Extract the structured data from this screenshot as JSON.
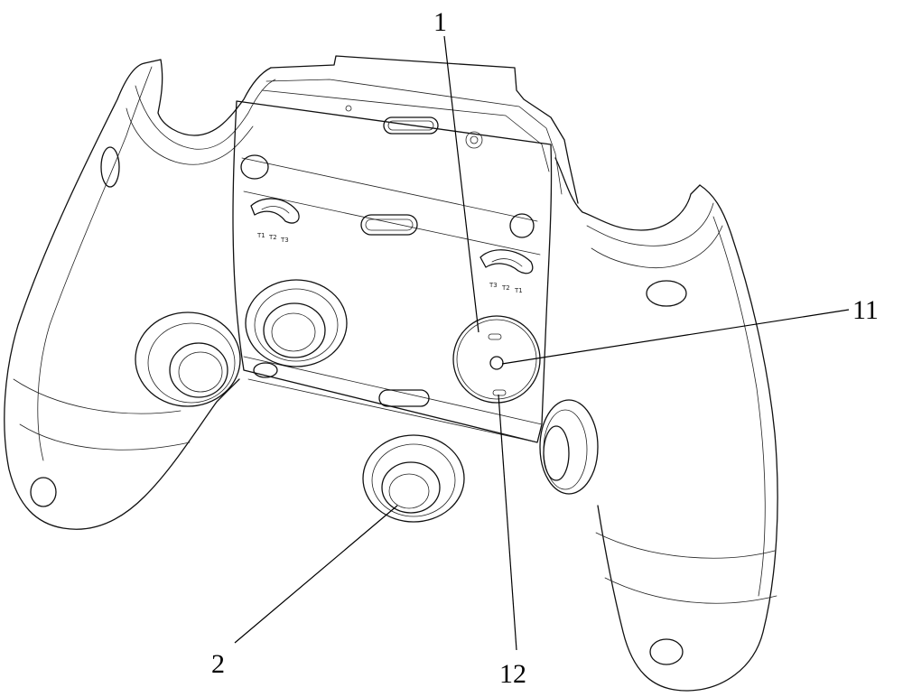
{
  "figure": {
    "reference_labels": [
      {
        "id": "1",
        "text": "1"
      },
      {
        "id": "11",
        "text": "11"
      },
      {
        "id": "12",
        "text": "12"
      },
      {
        "id": "2",
        "text": "2"
      }
    ],
    "slot_markings_left": [
      "T1",
      "T2",
      "T3"
    ],
    "slot_markings_right": [
      "T3",
      "T2",
      "T1"
    ]
  }
}
